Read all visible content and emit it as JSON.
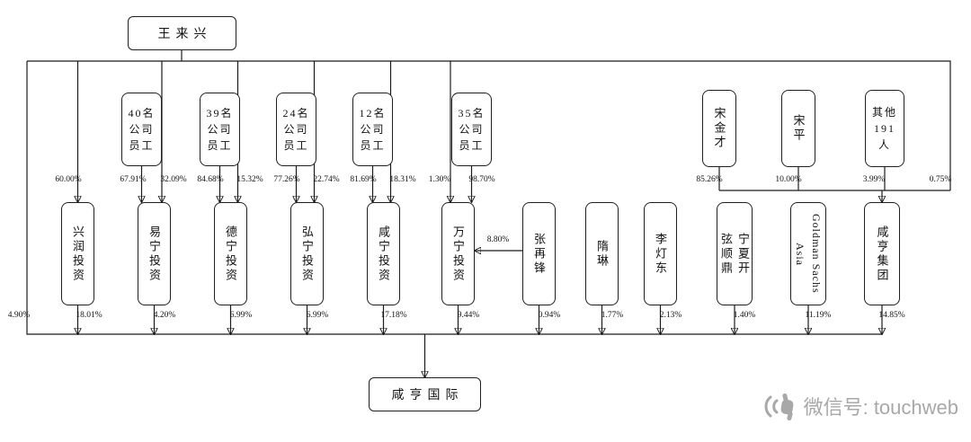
{
  "root": "王来兴",
  "company": "咸亨国际",
  "owners_row": [
    "40名\n公司\n员工",
    "39名\n公司\n员工",
    "24名\n公司\n员工",
    "12名\n公司\n员工",
    "35名\n公司\n员工",
    "宋金才",
    "宋平",
    "其他\n191\n人"
  ],
  "entities_row": [
    "兴润投资",
    "易宁投资",
    "德宁投资",
    "弘宁投资",
    "咸宁投资",
    "万宁投资",
    "张再锋",
    "隋琳",
    "李灯东",
    "宁夏开弦顺鼎",
    "Goldman Sachs Asia",
    "咸亨集团"
  ],
  "stakes_top": [
    "60.00%",
    "67.91%",
    "32.09%",
    "84.68%",
    "15.32%",
    "77.26%",
    "22.74%",
    "81.69%",
    "18.31%",
    "1.30%",
    "98.70%",
    "85.26%",
    "10.00%",
    "3.99%",
    "0.75%"
  ],
  "stake_zhang_wanning": "8.80%",
  "stakes_bottom": [
    "4.90%",
    "18.01%",
    "4.20%",
    "6.99%",
    "6.99%",
    "17.18%",
    "9.44%",
    "0.94%",
    "1.77%",
    "2.13%",
    "1.40%",
    "11.19%",
    "14.85%"
  ],
  "watermark": {
    "text": "微信号: touchweb"
  },
  "colors": {
    "line": "#1a1a1a",
    "watermark": "#a8a8a8"
  }
}
